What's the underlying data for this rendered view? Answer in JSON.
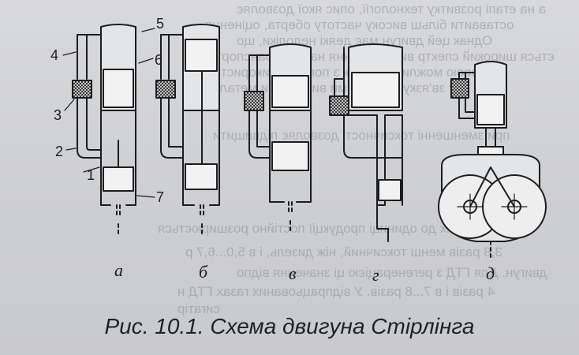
{
  "figure": {
    "caption": "Рис. 10.1. Схема двигуна Стірлінга",
    "panel_labels": [
      "а",
      "б",
      "в",
      "г",
      "д"
    ],
    "part_numbers": [
      "1",
      "2",
      "3",
      "4",
      "5",
      "6",
      "7"
    ]
  },
  "bleed_through_lines": [
    "а на етапі розвитку технології, опис якої дозволяє",
    "оставаити більш високу частоту оберта, оцінення",
    "Однак цей двигун має деякі недоліки, що",
    "ється широкий спектр викорастання на автотранспорті",
    "Основою можливостей як з погляду використ",
    "у зв'язку з великими витратами металу",
    "при зменшенні токсичності дозволяє підвищити",
    "ливих до одиниці продукції постійно розширюється",
    "3,8 разів менш токсичний, ніж дизель, і в 5,0...6,7 р",
    "двигун. Для ГТД з регенерацією ці значення відпо",
    "4 разів і в 7...8 разів. У відпрацьованих газах ГТД н",
    "сигатір"
  ]
}
